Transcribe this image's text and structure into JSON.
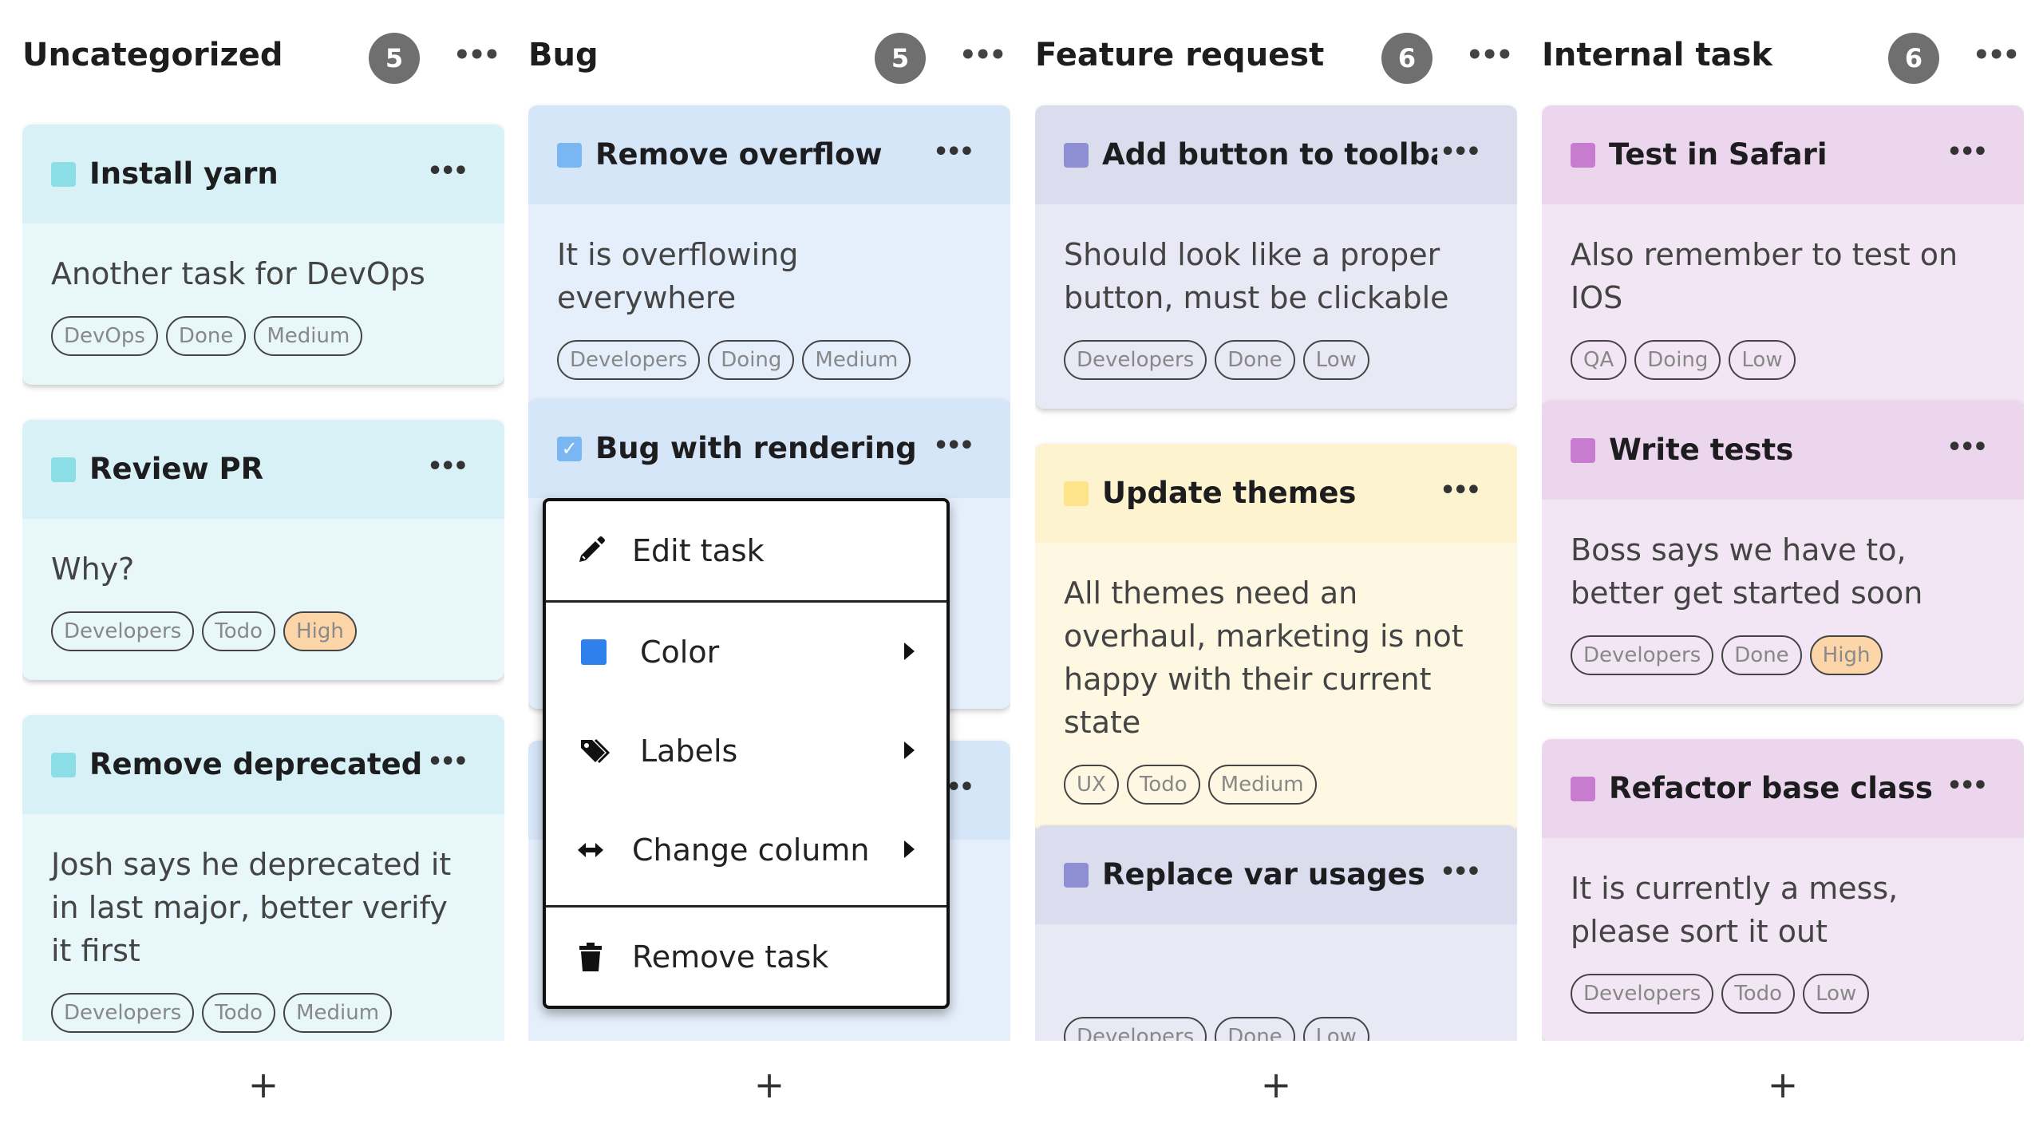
{
  "columns": [
    {
      "title": "Uncategorized",
      "count": "5",
      "cards": [
        {
          "title": "Install yarn",
          "description": "Another task for DevOps",
          "tags": [
            "DevOps",
            "Done",
            "Medium"
          ]
        },
        {
          "title": "Review PR",
          "description": "Why?",
          "tags": [
            "Developers",
            "Todo",
            "High"
          ]
        },
        {
          "title": "Remove deprecated A",
          "description": "Josh says he deprecated it in last major, better verify it first",
          "tags": [
            "Developers",
            "Todo",
            "Medium"
          ]
        }
      ]
    },
    {
      "title": "Bug",
      "count": "5",
      "cards": [
        {
          "title": "Remove overflow",
          "description": "It is overflowing everywhere",
          "tags": [
            "Developers",
            "Doing",
            "Medium"
          ]
        },
        {
          "title": "Bug with rendering",
          "checkmark": "✓",
          "description": "",
          "tags": []
        },
        {
          "title": "",
          "description": "",
          "tags": []
        }
      ]
    },
    {
      "title": "Feature request",
      "count": "6",
      "cards": [
        {
          "title": "Add button to toolbar",
          "description": "Should look like a proper button, must be clickable",
          "tags": [
            "Developers",
            "Done",
            "Low"
          ]
        },
        {
          "title": "Update themes",
          "description": "All themes need an overhaul, marketing is not happy with their current state",
          "tags": [
            "UX",
            "Todo",
            "Medium"
          ]
        },
        {
          "title": "Replace var usages",
          "description": "",
          "tags": [
            "Developers",
            "Done",
            "Low"
          ]
        }
      ]
    },
    {
      "title": "Internal task",
      "count": "6",
      "cards": [
        {
          "title": "Test in Safari",
          "description": "Also remember to test on IOS",
          "tags": [
            "QA",
            "Doing",
            "Low"
          ]
        },
        {
          "title": "Write tests",
          "description": "Boss says we have to, better get started soon",
          "tags": [
            "Developers",
            "Done",
            "High"
          ]
        },
        {
          "title": "Refactor base class",
          "description": "It is currently a mess, please sort it out",
          "tags": [
            "Developers",
            "Todo",
            "Low"
          ]
        }
      ]
    }
  ],
  "more_glyph": "•••",
  "add_glyph": "+",
  "context_menu": {
    "items": [
      {
        "label": "Edit task",
        "icon": "pencil-icon"
      },
      {
        "label": "Color",
        "icon": "color-swatch-icon",
        "submenu": true
      },
      {
        "label": "Labels",
        "icon": "tags-icon",
        "submenu": true
      },
      {
        "label": "Change column",
        "icon": "arrows-horizontal-icon",
        "submenu": true
      },
      {
        "label": "Remove task",
        "icon": "trash-icon"
      }
    ]
  },
  "colors": {
    "uncategorized": "#8bdee6",
    "bug": "#7ab6f2",
    "feature_request": "#8d8fd2",
    "update_themes": "#fde38a",
    "internal_task": "#c77ccf",
    "menu_color_swatch": "#2f80ed",
    "high_tag": "#fcd6a8",
    "count_badge": "#6f6f6f"
  }
}
